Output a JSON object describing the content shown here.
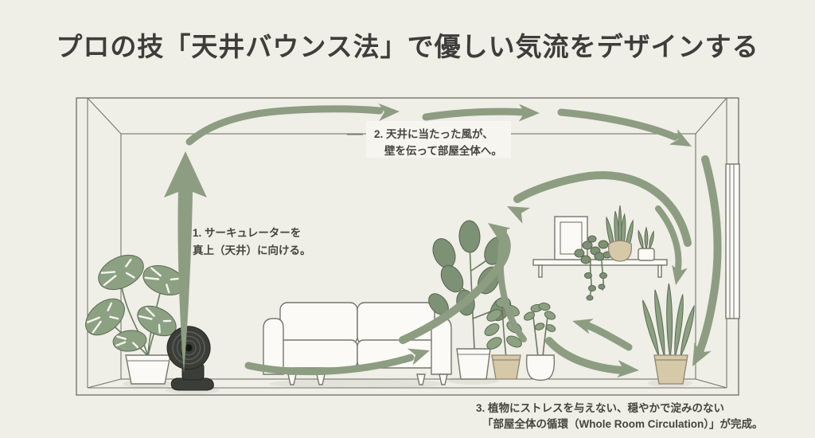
{
  "title": "プロの技「天井バウンス法」で優しい気流をデザインする",
  "steps": {
    "step1": {
      "line1": "1. サーキュレーターを",
      "line2": "真上（天井）に向ける。"
    },
    "step2": {
      "line1": "2. 天井に当たった風が、",
      "line2": "壁を伝って部屋全体へ。"
    },
    "step3": {
      "line1": "3. 植物にストレスを与えない、穏やかで淀みのない",
      "line2": "「部屋全体の循環（Whole Room Circulation）」が完成。"
    }
  },
  "scene": {
    "objects": [
      "circulator-fan",
      "monstera-plant",
      "sofa",
      "fiddle-leaf-fig",
      "rubber-plant",
      "small-potted-plant",
      "wall-shelf",
      "picture-frame",
      "pothos-plant",
      "snake-plant-on-shelf",
      "succulent-plant",
      "snake-plant-on-floor",
      "window-panel",
      "airflow-arrows"
    ],
    "airflow_direction": "fan → ceiling → right wall → floor → circular room loop"
  },
  "colors": {
    "background": "#efeee7",
    "room_interior": "#f6f5f0",
    "arrow_green": "#8d9d81",
    "leaf_green": "#8ca182",
    "leaf_dark_green": "#7d9175",
    "pot_tan": "#d6c9a8",
    "outline_gray": "#76766d",
    "fan_body": "#3a3d38",
    "title_text": "#3d3d3a",
    "label_text": "#45453f"
  }
}
